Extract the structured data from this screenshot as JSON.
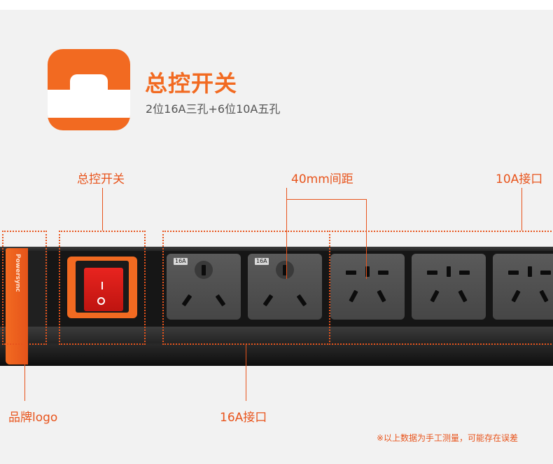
{
  "header": {
    "icon": "switch-icon",
    "title": "总控开关",
    "subtitle": "2位16A三孔+6位10A五孔"
  },
  "callouts": {
    "master_switch": "总控开关",
    "spacing": "40mm间距",
    "port_10a": "10A接口",
    "brand_logo": "品牌logo",
    "port_16a": "16A接口"
  },
  "sockets": {
    "tag_16a": "16A"
  },
  "brand_mark": "Powersync",
  "note": "※以上数据为手工测量，可能存在误差",
  "colors": {
    "accent": "#f26a21",
    "switch_red": "#e8241f",
    "strip": "#161616"
  }
}
